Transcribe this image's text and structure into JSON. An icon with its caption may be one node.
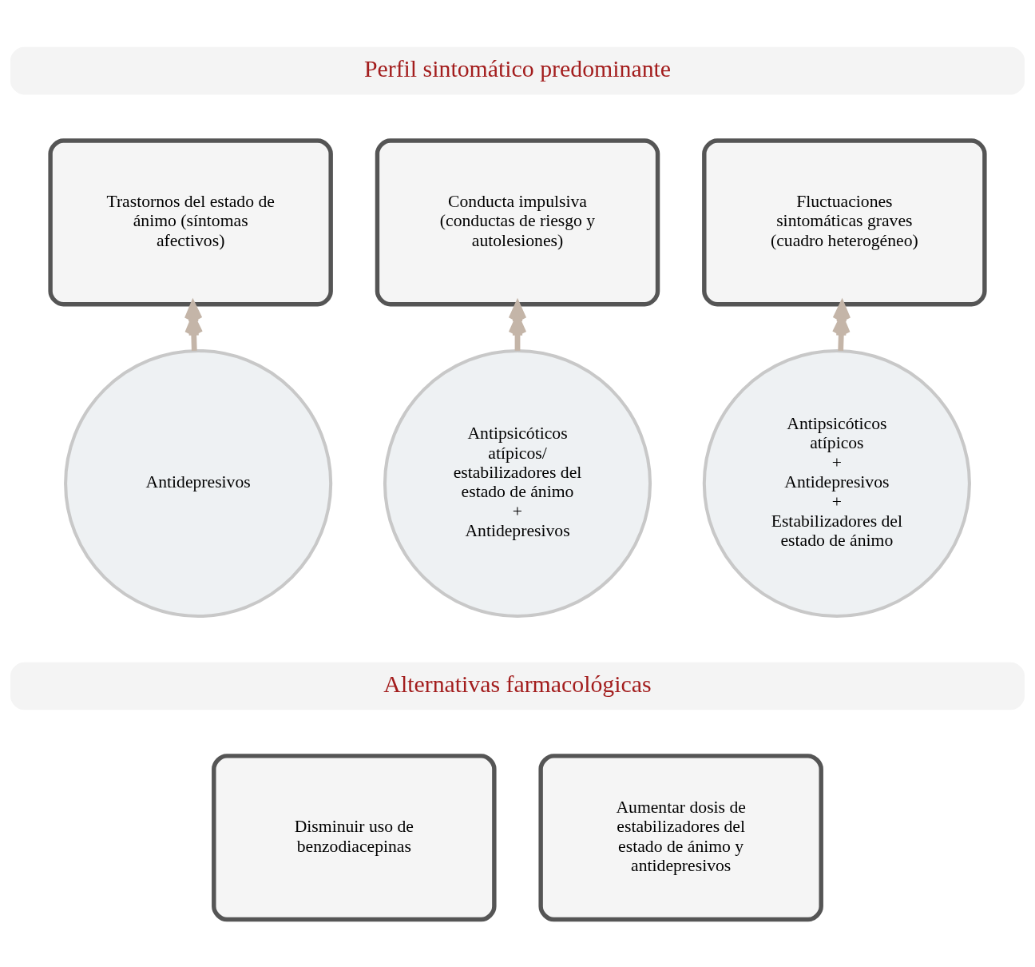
{
  "diagram": {
    "nodes": [
      {
        "text": [
          "Perfil sintomático predominante"
        ]
      },
      {
        "text": [
          "Trastornos del estado de ánimo (síntomas afectivos)"
        ]
      },
      {
        "text": [
          "Conducta impulsiva (conductas de riesgo y autolesiones)"
        ]
      },
      {
        "text": [
          "Fluctuaciones sintomáticas graves (cuadro heterogéneo)"
        ]
      },
      {
        "text": [
          "Antidepresivos"
        ]
      },
      {
        "text": [
          "Antipsicóticos atípicos/ estabilizadores del estado de ánimo",
          "+",
          "Antidepresivos"
        ]
      },
      {
        "text": [
          "Antipsicóticos atípicos",
          "+",
          "Antidepresivos",
          "+",
          "Estabilizadores del estado de ánimo"
        ]
      },
      {
        "text": [
          "Alternativas farmacológicas"
        ]
      },
      {
        "text": [
          "Disminuir uso de benzodiacepinas"
        ]
      },
      {
        "text": [
          "Aumentar dosis de estabilizadores del estado de ánimo y antidepresivos"
        ]
      }
    ],
    "edges": [
      {
        "from": 4,
        "to": 1,
        "arrow": "to"
      },
      {
        "from": 5,
        "to": 2,
        "arrow": "to"
      },
      {
        "from": 6,
        "to": 3,
        "arrow": "to"
      }
    ]
  }
}
